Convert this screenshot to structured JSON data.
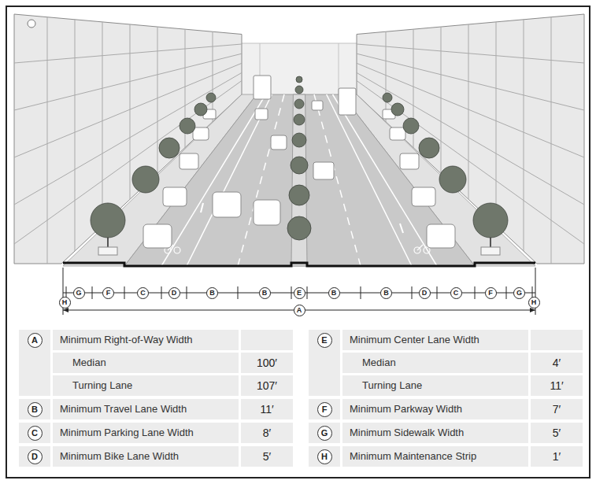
{
  "diagram": {
    "labels": [
      "H",
      "G",
      "F",
      "C",
      "D",
      "B",
      "B",
      "E",
      "B",
      "B",
      "D",
      "C",
      "F",
      "G",
      "H",
      "A",
      "A",
      "Minimum Right-of-Way Width",
      "E",
      "Minimum Center Lane Width",
      "Median",
      "100′",
      "Median",
      "4′",
      "Turning Lane",
      "107′",
      "Turning Lane",
      "11′",
      "B",
      "Minimum Travel Lane Width",
      "11′",
      "F",
      "Minimum Parkway Width",
      "7′",
      "C",
      "Minimum Parking Lane Width",
      "8′",
      "G",
      "Minimum Sidewalk Width",
      "5′",
      "D",
      "Minimum Bike Lane Width",
      "5′",
      "H",
      "Minimum Maintenance Strip",
      "1′"
    ]
  }
}
